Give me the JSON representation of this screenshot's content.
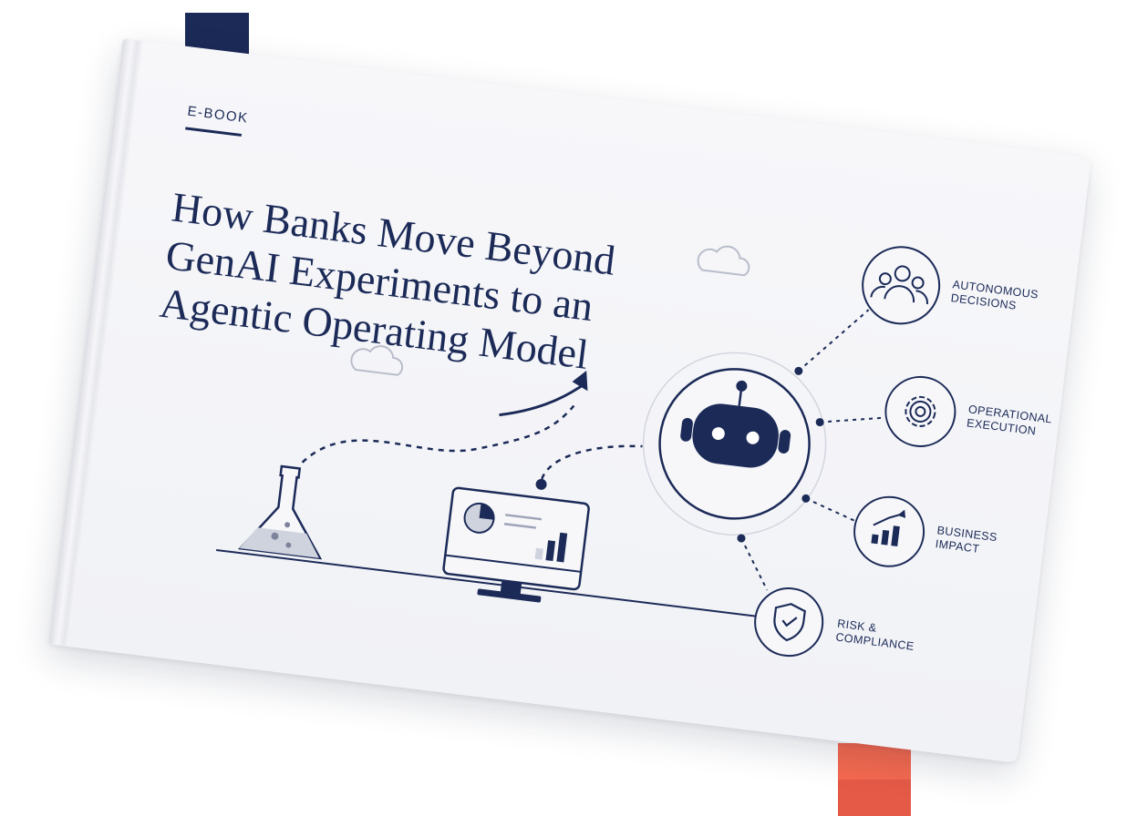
{
  "cover": {
    "label": "E-BOOK",
    "title": "How Banks Move Beyond GenAI Experiments to an Agentic Operating Model"
  },
  "capabilities": [
    {
      "line1": "AUTONOMOUS",
      "line2": "DECISIONS",
      "icon": "people-icon"
    },
    {
      "line1": "OPERATIONAL",
      "line2": "EXECUTION",
      "icon": "gear-icon"
    },
    {
      "line1": "BUSINESS",
      "line2": "IMPACT",
      "icon": "bar-chart-icon"
    },
    {
      "line1": "RISK &",
      "line2": "COMPLIANCE",
      "icon": "shield-check-icon"
    }
  ],
  "colors": {
    "navy": "#1b2a57",
    "coral": "#f4694f",
    "cover": "#f4f5f8"
  }
}
